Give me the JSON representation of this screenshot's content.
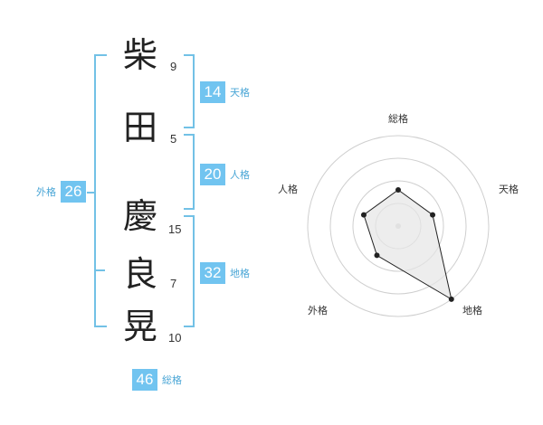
{
  "name": {
    "characters": [
      {
        "char": "柴",
        "strokes": "9"
      },
      {
        "char": "田",
        "strokes": "5"
      },
      {
        "char": "慶",
        "strokes": "15"
      },
      {
        "char": "良",
        "strokes": "7"
      },
      {
        "char": "晃",
        "strokes": "10"
      }
    ]
  },
  "scores": {
    "tenkaku": {
      "value": "14",
      "label": "天格"
    },
    "jinkaku": {
      "value": "20",
      "label": "人格"
    },
    "chikaku": {
      "value": "32",
      "label": "地格"
    },
    "gaikaku": {
      "value": "26",
      "label": "外格"
    },
    "soukaku": {
      "value": "46",
      "label": "総格"
    }
  },
  "colors": {
    "accent": "#71c4f0",
    "bracket": "#72c1e6"
  },
  "chart_data": {
    "type": "radar",
    "axes": [
      "総格",
      "天格",
      "地格",
      "外格",
      "人格"
    ],
    "series": [
      {
        "values": [
          2,
          2,
          5,
          2,
          2
        ]
      }
    ],
    "range": [
      0,
      5
    ],
    "rings": 4
  }
}
